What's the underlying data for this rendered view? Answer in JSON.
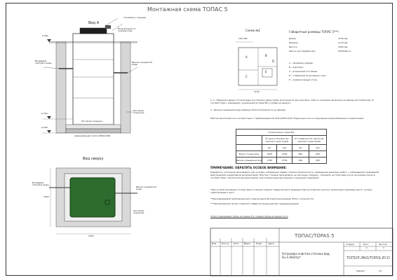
{
  "title": "Монтажная схема ТОПАС 5",
  "side_view": {
    "label": "Вид А",
    "callout_pipe": "Вход воздуха от компрессора",
    "callout_neck": "Горловина / крышка",
    "inlet_label": "Входящий патрубок воды",
    "outlet_label": "Выход очищенной воды",
    "level_top": "0,000",
    "level_mid": "-2,150",
    "level_bottom": "-2,300",
    "sand_bed": "Песчаная подушка",
    "concrete_slab": "Армированная плита 1600х1600",
    "sand_backfill": "Песчаная подсыпка"
  },
  "top_view": {
    "label": "Вид сверху",
    "inlet_label": "Входящий патрубок воды",
    "outlet_label": "Выход очищенной воды",
    "sand_label": "Песчаная подсыпка",
    "dim_width": "1600",
    "dim_height": "1600"
  },
  "scheme": {
    "label": "Схема №1",
    "dim_top": "165-360",
    "dim_bottom": "1150",
    "compartments": [
      "A",
      "B",
      "C",
      "D",
      "E"
    ]
  },
  "dimensions": {
    "heading": "Габаритные размеры ТОПАС 5***:",
    "rows": [
      {
        "k": "Длина",
        "v": "1150 мм;"
      },
      {
        "k": "Ширина",
        "v": "1170 мм;"
      },
      {
        "k": "Высота",
        "v": "2400 мм;"
      },
      {
        "k": "Масса (пустая/рабочая)",
        "v": "250/1000 кг."
      }
    ]
  },
  "legend": [
    "А – приемная камера;",
    "В – аэротенк;",
    "С – вторичный отстойник;",
    "D – стабилизатор активного ила;",
    "Е – компрессорный отсек."
  ],
  "notes_top": [
    "1, 2 – Варианты ввода сточной воды в установку (ввод трубы монтируется при монтаже, либо по желанию заказчика на заводе изготовителе). В соответствии с размерами, указанными в Схеме №1 (справа на врезку).",
    "3 – Выход очищенной воды (вариант Ф110 монтируется на заводе)"
  ],
  "installation_note": "Монтаж выполняется в соответствии с требованиями СП 129.13330.2019 \"Наружные сети и сооружения водоснабжения и канализации\"",
  "depth_table": {
    "caption": "Положение в схеме №1",
    "headers": [
      "",
      "От дна установки до нижнего края трубы",
      "От поверхности грунта до нижнего края трубы"
    ],
    "units": [
      "",
      "мм",
      "мех",
      "мм",
      "мех"
    ],
    "rows": [
      {
        "name": "Вход сточных вод",
        "values": [
          "1900",
          "1550",
          "850",
          "850"
        ]
      },
      {
        "name": "Выход очищенных вод",
        "values": [
          "1750",
          "1750",
          "400",
          "400"
        ]
      }
    ]
  },
  "attention": {
    "heading": "ПРИМЕЧАНИЕ: ОБРАТИТЬ ОСОБОЕ ВНИМАНИЕ:",
    "paragraphs": [
      "Разработку котлована производить при условии соблюдения правил техники безопасности, проведения земляных работ, с соблюдением требований действующей нормативной документации. Монтаж станции производить на песчаную подушку, становить на подставку (если не указано иное) в соответствии с проектной документацией, для компенсации внутреннего и внешнего давления.",
      "*При устройстве ввода сточных вод в станцию следует предусмотреть будущее благоустройство участка, возможные перепады высот, уклоны трубопровода и проч.",
      "**Рекомендуемый трубопровод для подключения бытовой канализации Ф110 с уклоном 2%.",
      "***Производитель может изменить габариты продукции без предупреждения."
    ],
    "footer": "Уклон подводящей трубы не менее 2%, подвод трубы не менее 1,0 м"
  },
  "title_block": {
    "name": "ТОПАС/TOPAS 5",
    "description": "Установка очистки сточных вод, Q=1,0м3/сут",
    "company": "ТОПОЛ-ЭКО/TOPOL-ECO",
    "col_headers": [
      "Изм",
      "Кол.уч",
      "Лист",
      "№док",
      "Подп",
      "Дата"
    ],
    "stage_headers": [
      "Стадия",
      "Лист",
      "Листов"
    ],
    "stage_values": [
      "",
      "1",
      "1"
    ],
    "format_label": "Формат",
    "format_value": "А3"
  },
  "colors": {
    "tank": "#2e6b2e",
    "tank_dark": "#1f4f1f",
    "soil": "#cfcfcf",
    "line": "#444444"
  }
}
